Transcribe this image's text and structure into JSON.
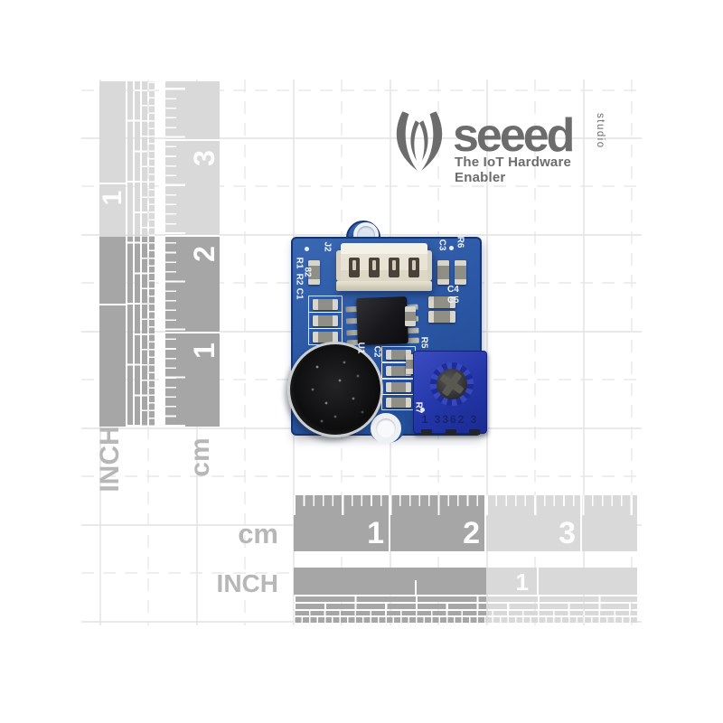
{
  "logo": {
    "brand": "seeed",
    "studio": "studio",
    "tagline": "The IoT Hardware Enabler",
    "color": "#6c6c6c"
  },
  "rulers": {
    "colors": {
      "light": "#d9d9d9",
      "dark": "#a6a6a6",
      "tick": "#ffffff",
      "unit_label": "#b7b7b7"
    },
    "cm_bottom": {
      "unit": "cm",
      "numbers": [
        "1",
        "2",
        "3"
      ]
    },
    "inch_bottom": {
      "unit": "INCH",
      "numbers": [
        "1"
      ]
    },
    "cm_left": {
      "unit": "cm",
      "numbers": [
        "1",
        "2",
        "3"
      ]
    },
    "inch_left": {
      "unit": "INCH",
      "numbers": [
        "1"
      ]
    }
  },
  "pcb": {
    "board_color": "#2b57a4",
    "silkscreen": {
      "connector": "J2",
      "r1": "R1",
      "n82": "82",
      "r2": "R2",
      "c1": "C1",
      "c3": "C3",
      "r6": "R6",
      "c4": "C4",
      "c5": "C5",
      "u1": "U1",
      "c2": "C2",
      "r5": "R5",
      "r7": "R7"
    },
    "trimmer": {
      "text": "1 3362 3",
      "body_color": "#2c3cae"
    }
  }
}
